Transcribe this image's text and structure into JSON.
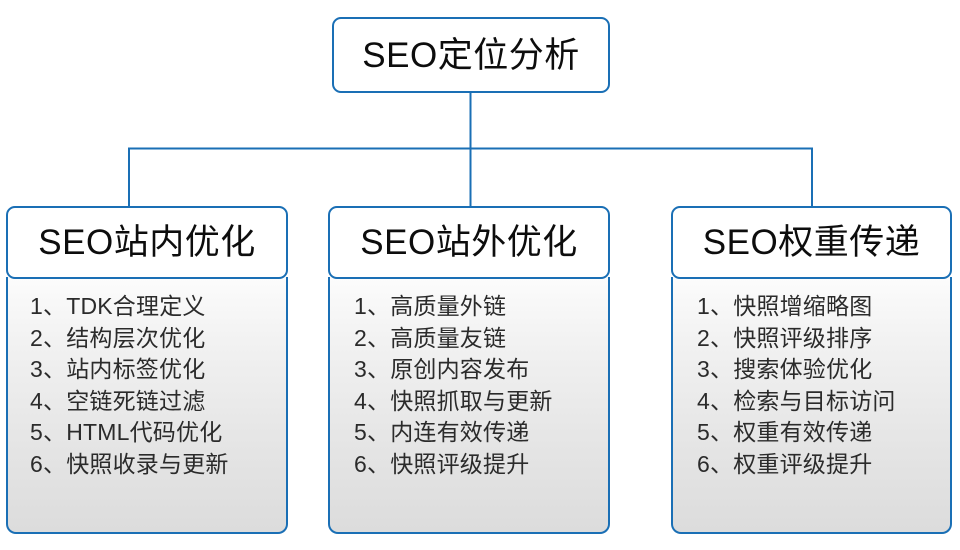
{
  "diagram": {
    "type": "org-tree",
    "accent_color": "#1a6fb5",
    "text_color": "#0d0d0d",
    "body_text_color": "#2b2b2b",
    "background_color": "#ffffff",
    "root": {
      "label": "SEO定位分析"
    },
    "branches": [
      {
        "header": "SEO站内优化",
        "items": [
          "1、TDK合理定义",
          "2、结构层次优化",
          "3、站内标签优化",
          "4、空链死链过滤",
          "5、HTML代码优化",
          "6、快照收录与更新"
        ]
      },
      {
        "header": "SEO站外优化",
        "items": [
          "1、高质量外链",
          "2、高质量友链",
          "3、原创内容发布",
          "4、快照抓取与更新",
          "5、内连有效传递",
          "6、快照评级提升"
        ]
      },
      {
        "header": "SEO权重传递",
        "items": [
          "1、快照增缩略图",
          "2、快照评级排序",
          "3、搜索体验优化",
          "4、检索与目标访问",
          "5、权重有效传递",
          "6、权重评级提升"
        ]
      }
    ]
  }
}
